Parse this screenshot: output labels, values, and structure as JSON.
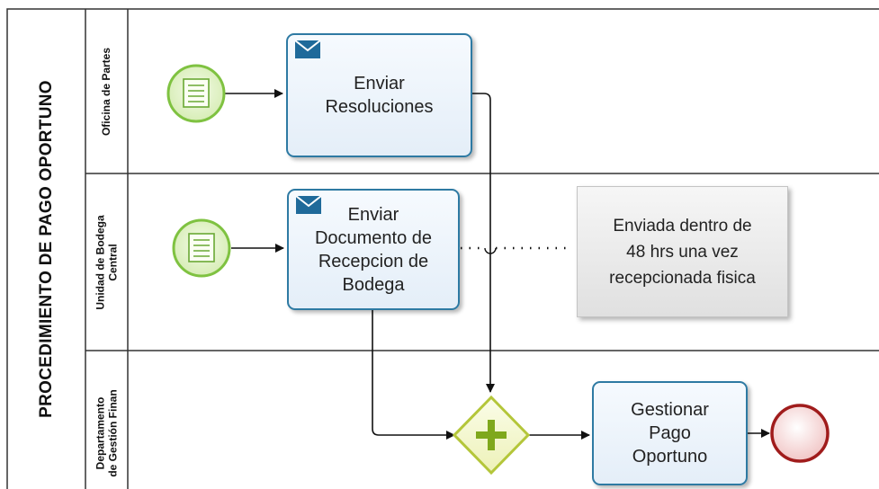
{
  "pool": {
    "title": "PROCEDIMIENTO DE PAGO OPORTUNO"
  },
  "lanes": [
    {
      "lines": [
        "Oficina de Partes"
      ]
    },
    {
      "lines": [
        "Unidad de Bodega",
        "Central"
      ]
    },
    {
      "lines": [
        "Departamento",
        "de Gestión Finan"
      ]
    }
  ],
  "tasks": {
    "enviar_resoluciones": {
      "lines": [
        "Enviar",
        "Resoluciones"
      ],
      "type": "send-message"
    },
    "enviar_documento": {
      "lines": [
        "Enviar",
        "Documento de",
        "Recepcion de",
        "Bodega"
      ],
      "type": "send-message"
    },
    "gestionar_pago": {
      "lines": [
        "Gestionar",
        "Pago",
        "Oportuno"
      ],
      "type": "task"
    }
  },
  "annotation": {
    "lines": [
      "Enviada dentro de",
      "48 hrs una vez",
      "recepcionada fisica"
    ]
  },
  "icons": {
    "start_events": "message-start-event-icon",
    "gateway": "parallel-gateway-icon",
    "end_event": "end-event-icon",
    "send_task": "envelope-icon"
  },
  "colors": {
    "task_border": "#2e7aa3",
    "start_event": "#7fc241",
    "gateway": "#b4c63a",
    "end_event": "#a01c1c",
    "envelope": "#1f6a9a"
  }
}
